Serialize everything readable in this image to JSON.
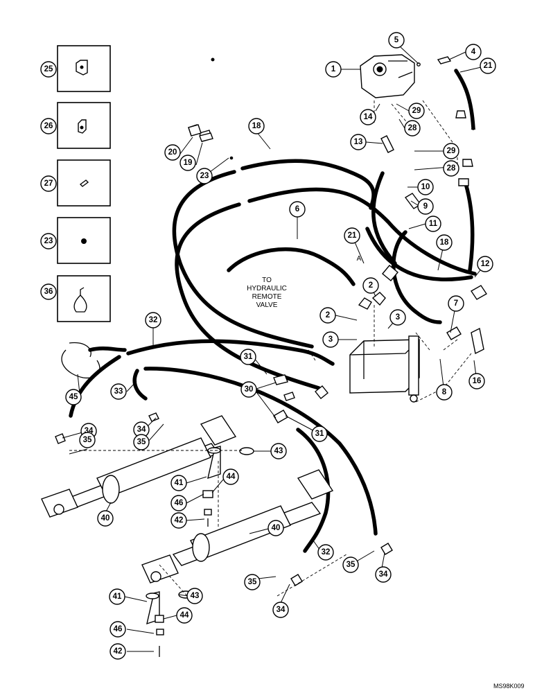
{
  "figure": {
    "code": "MS98K009",
    "note": [
      "TO",
      "HYDRAULIC",
      "REMOTE",
      "VALVE"
    ],
    "marker": "A"
  },
  "callouts": [
    {
      "id": "c1",
      "n": "1"
    },
    {
      "id": "c2a",
      "n": "2"
    },
    {
      "id": "c2b",
      "n": "2"
    },
    {
      "id": "c3a",
      "n": "3"
    },
    {
      "id": "c3b",
      "n": "3"
    },
    {
      "id": "c4",
      "n": "4"
    },
    {
      "id": "c5",
      "n": "5"
    },
    {
      "id": "c6",
      "n": "6"
    },
    {
      "id": "c7",
      "n": "7"
    },
    {
      "id": "c8",
      "n": "8"
    },
    {
      "id": "c9",
      "n": "9"
    },
    {
      "id": "c10",
      "n": "10"
    },
    {
      "id": "c11",
      "n": "11"
    },
    {
      "id": "c12",
      "n": "12"
    },
    {
      "id": "c13",
      "n": "13"
    },
    {
      "id": "c14",
      "n": "14"
    },
    {
      "id": "c16",
      "n": "16"
    },
    {
      "id": "c18a",
      "n": "18"
    },
    {
      "id": "c18b",
      "n": "18"
    },
    {
      "id": "c19",
      "n": "19"
    },
    {
      "id": "c20",
      "n": "20"
    },
    {
      "id": "c21a",
      "n": "21"
    },
    {
      "id": "c21b",
      "n": "21"
    },
    {
      "id": "c23a",
      "n": "23"
    },
    {
      "id": "c23b",
      "n": "23"
    },
    {
      "id": "c25",
      "n": "25"
    },
    {
      "id": "c26",
      "n": "26"
    },
    {
      "id": "c27",
      "n": "27"
    },
    {
      "id": "c28a",
      "n": "28"
    },
    {
      "id": "c28b",
      "n": "28"
    },
    {
      "id": "c29a",
      "n": "29"
    },
    {
      "id": "c29b",
      "n": "29"
    },
    {
      "id": "c30",
      "n": "30"
    },
    {
      "id": "c31a",
      "n": "31"
    },
    {
      "id": "c31b",
      "n": "31"
    },
    {
      "id": "c32a",
      "n": "32"
    },
    {
      "id": "c32b",
      "n": "32"
    },
    {
      "id": "c33",
      "n": "33"
    },
    {
      "id": "c34a",
      "n": "34"
    },
    {
      "id": "c34b",
      "n": "34"
    },
    {
      "id": "c34c",
      "n": "34"
    },
    {
      "id": "c34d",
      "n": "34"
    },
    {
      "id": "c35a",
      "n": "35"
    },
    {
      "id": "c35b",
      "n": "35"
    },
    {
      "id": "c35c",
      "n": "35"
    },
    {
      "id": "c35d",
      "n": "35"
    },
    {
      "id": "c36",
      "n": "36"
    },
    {
      "id": "c40a",
      "n": "40"
    },
    {
      "id": "c40b",
      "n": "40"
    },
    {
      "id": "c41a",
      "n": "41"
    },
    {
      "id": "c41b",
      "n": "41"
    },
    {
      "id": "c42a",
      "n": "42"
    },
    {
      "id": "c42b",
      "n": "42"
    },
    {
      "id": "c43a",
      "n": "43"
    },
    {
      "id": "c43b",
      "n": "43"
    },
    {
      "id": "c44a",
      "n": "44"
    },
    {
      "id": "c44b",
      "n": "44"
    },
    {
      "id": "c45",
      "n": "45"
    },
    {
      "id": "c46a",
      "n": "46"
    },
    {
      "id": "c46b",
      "n": "46"
    }
  ]
}
